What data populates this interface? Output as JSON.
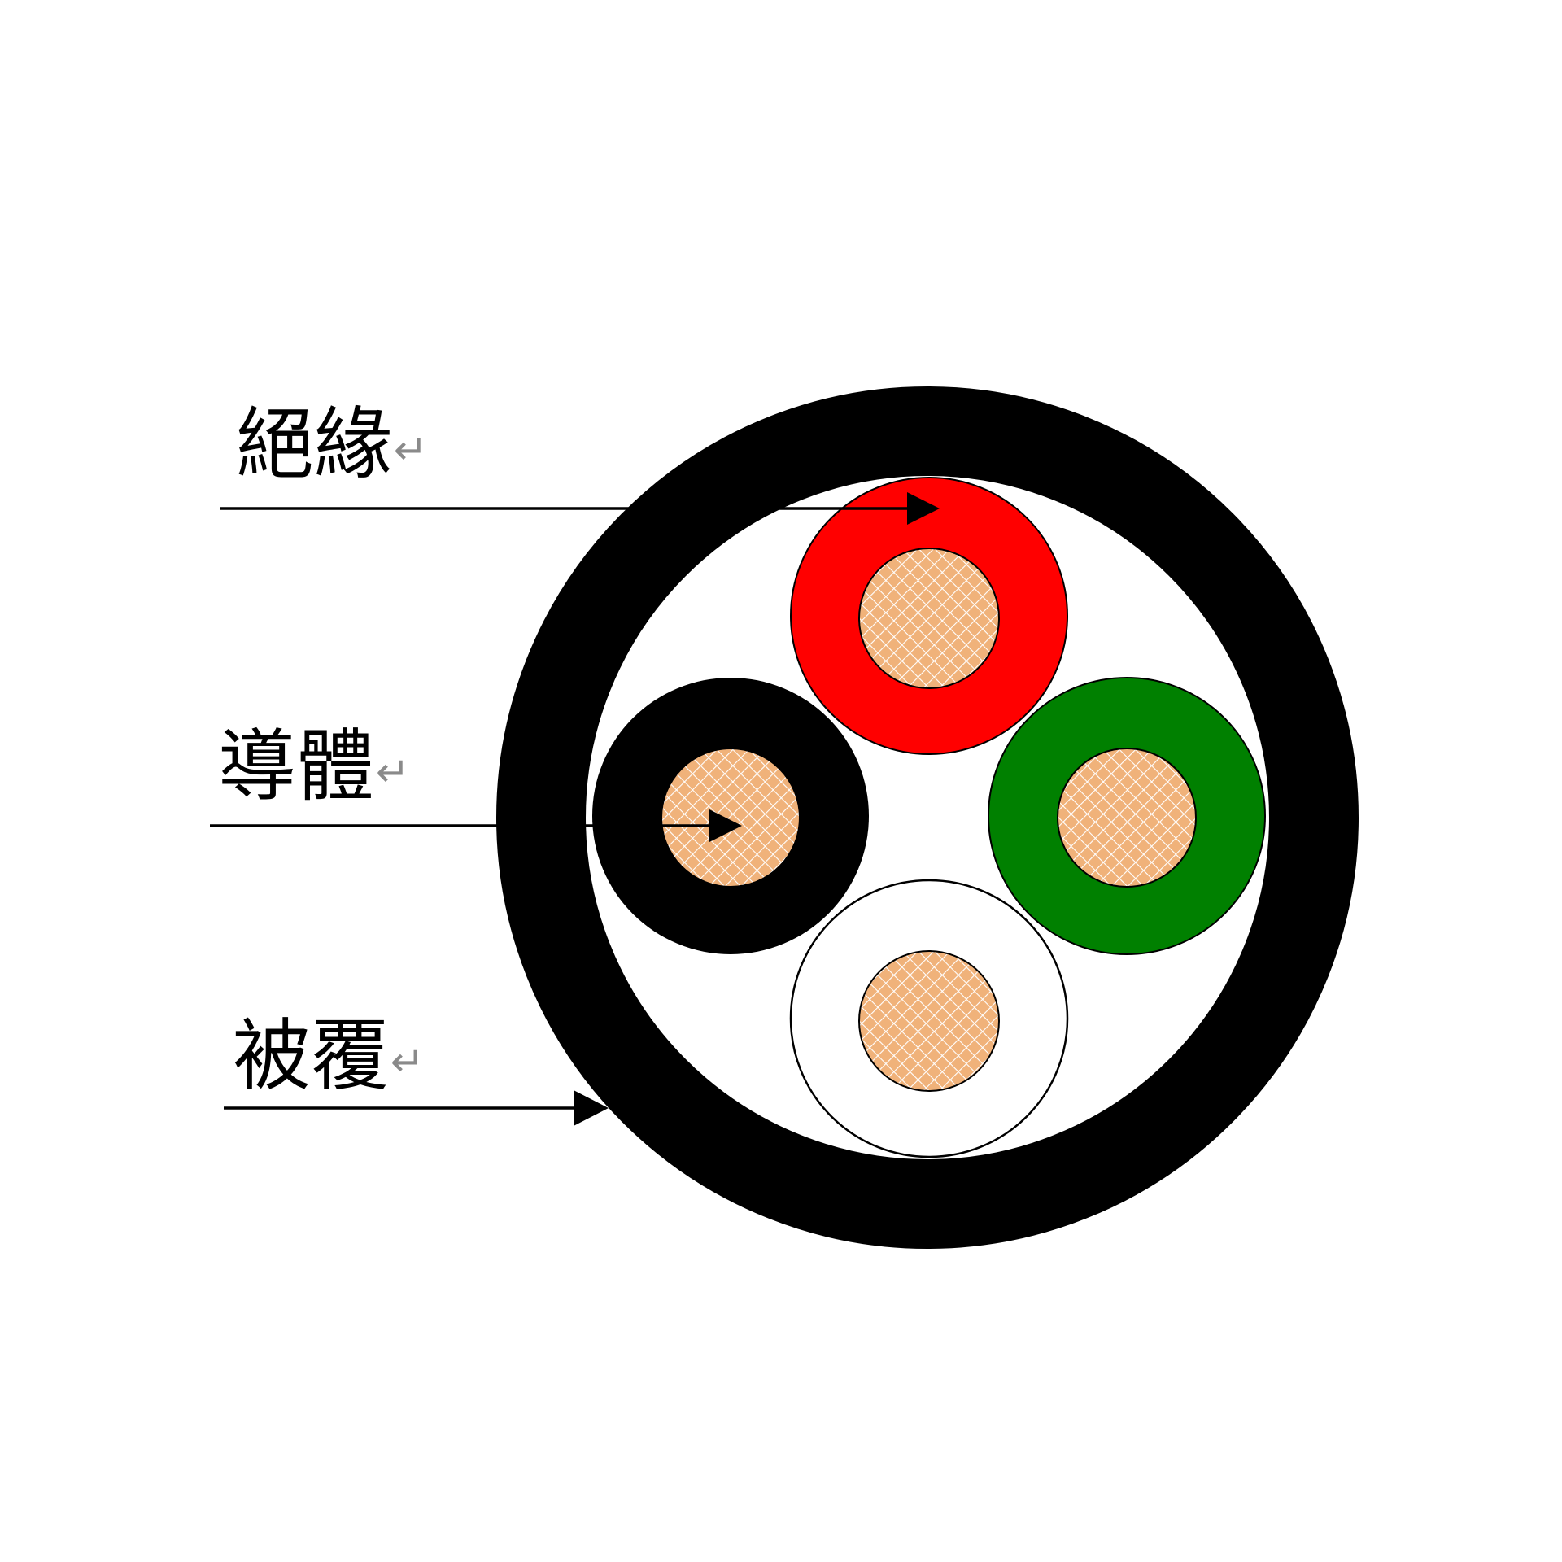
{
  "labels": {
    "insulation": "絕緣",
    "conductor": "導體",
    "sheath": "被覆",
    "paragraph_mark": "↵"
  },
  "colors": {
    "sheath": "#000000",
    "filler": "#ffffff",
    "core_red": "#ff0000",
    "core_green": "#008000",
    "core_black": "#000000",
    "core_white": "#ffffff",
    "copper": "#f0b27a",
    "copper_mesh": "#ffffff",
    "line": "#000000"
  },
  "icons": [
    "arrow-head-icon",
    "paragraph-mark-icon"
  ]
}
